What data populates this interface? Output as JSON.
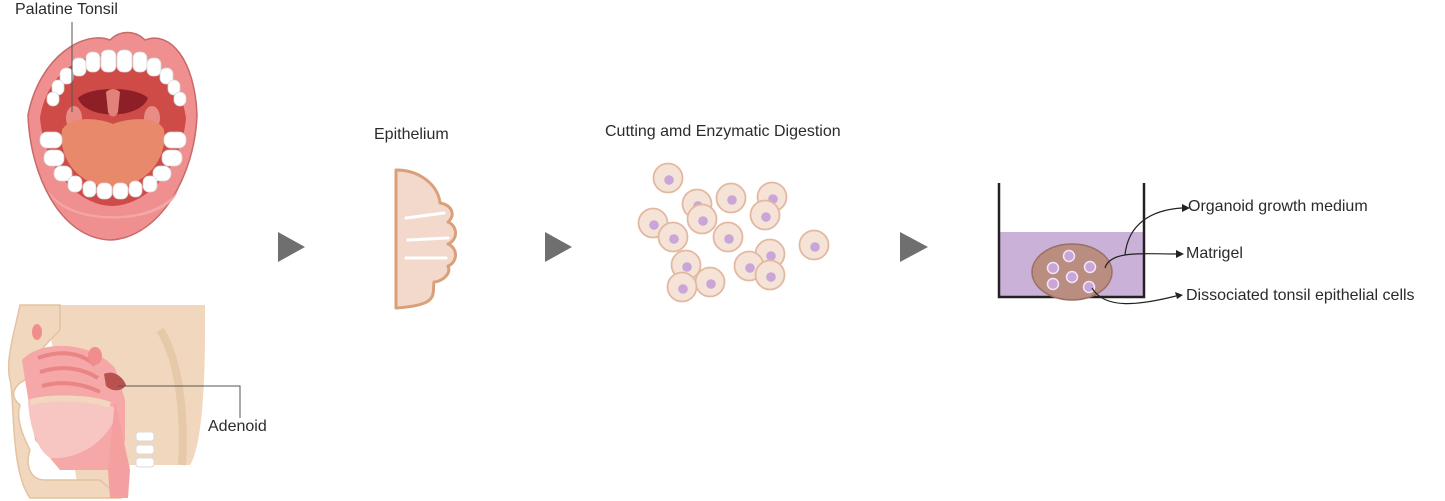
{
  "labels": {
    "palatine_tonsil": "Palatine Tonsil",
    "adenoid": "Adenoid",
    "epithelium": "Epithelium",
    "digestion": "Cutting amd Enzymatic Digestion",
    "medium": "Organoid growth medium",
    "matrigel": "Matrigel",
    "cells": "Dissociated tonsil epithelial cells"
  },
  "colors": {
    "lip": "#ef8f8f",
    "mouth_inner": "#d9534f",
    "tongue": "#e8896c",
    "tooth": "#ffffff",
    "skin": "#f1d7bd",
    "epithelium_fill": "#f2d9cc",
    "epithelium_stroke": "#d9a07a",
    "cell_fill": "#f6e3d8",
    "cell_stroke": "#e2b9a0",
    "nucleus": "#c9a5d8",
    "medium": "#c9b1d8",
    "matrigel": "#b98d80",
    "arrow": "#6f6f6f"
  },
  "icons": [
    "mouth-illustration",
    "head-sagittal-illustration",
    "epithelium-illustration",
    "cell-cluster",
    "culture-well-illustration",
    "step-arrow-icon"
  ]
}
